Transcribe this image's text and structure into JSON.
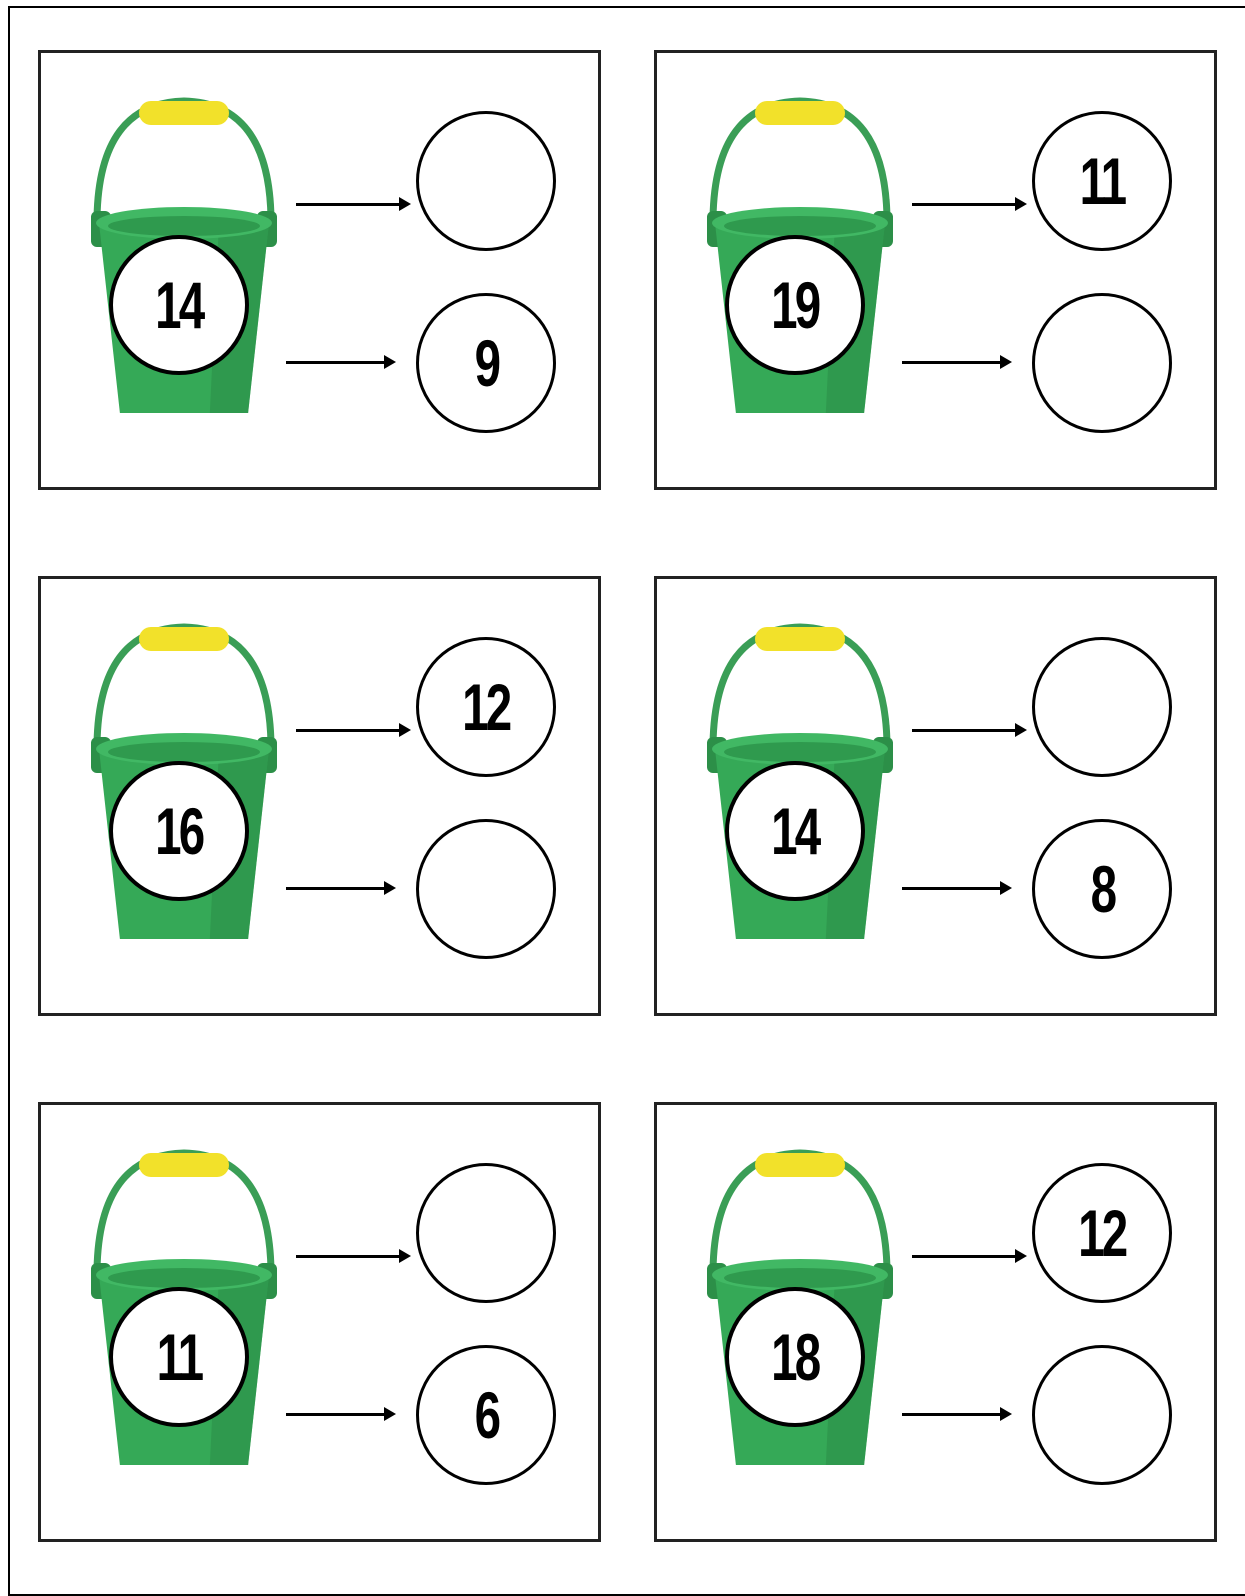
{
  "colors": {
    "bucket_green": "#35a957",
    "bucket_dark": "#2c8f48",
    "bucket_rim": "#41b864",
    "handle_yellow": "#f2e12a"
  },
  "cards": [
    {
      "whole": "14",
      "part_top": "",
      "part_bottom": "9"
    },
    {
      "whole": "19",
      "part_top": "11",
      "part_bottom": ""
    },
    {
      "whole": "16",
      "part_top": "12",
      "part_bottom": ""
    },
    {
      "whole": "14",
      "part_top": "",
      "part_bottom": "8"
    },
    {
      "whole": "11",
      "part_top": "",
      "part_bottom": "6"
    },
    {
      "whole": "18",
      "part_top": "12",
      "part_bottom": ""
    }
  ]
}
